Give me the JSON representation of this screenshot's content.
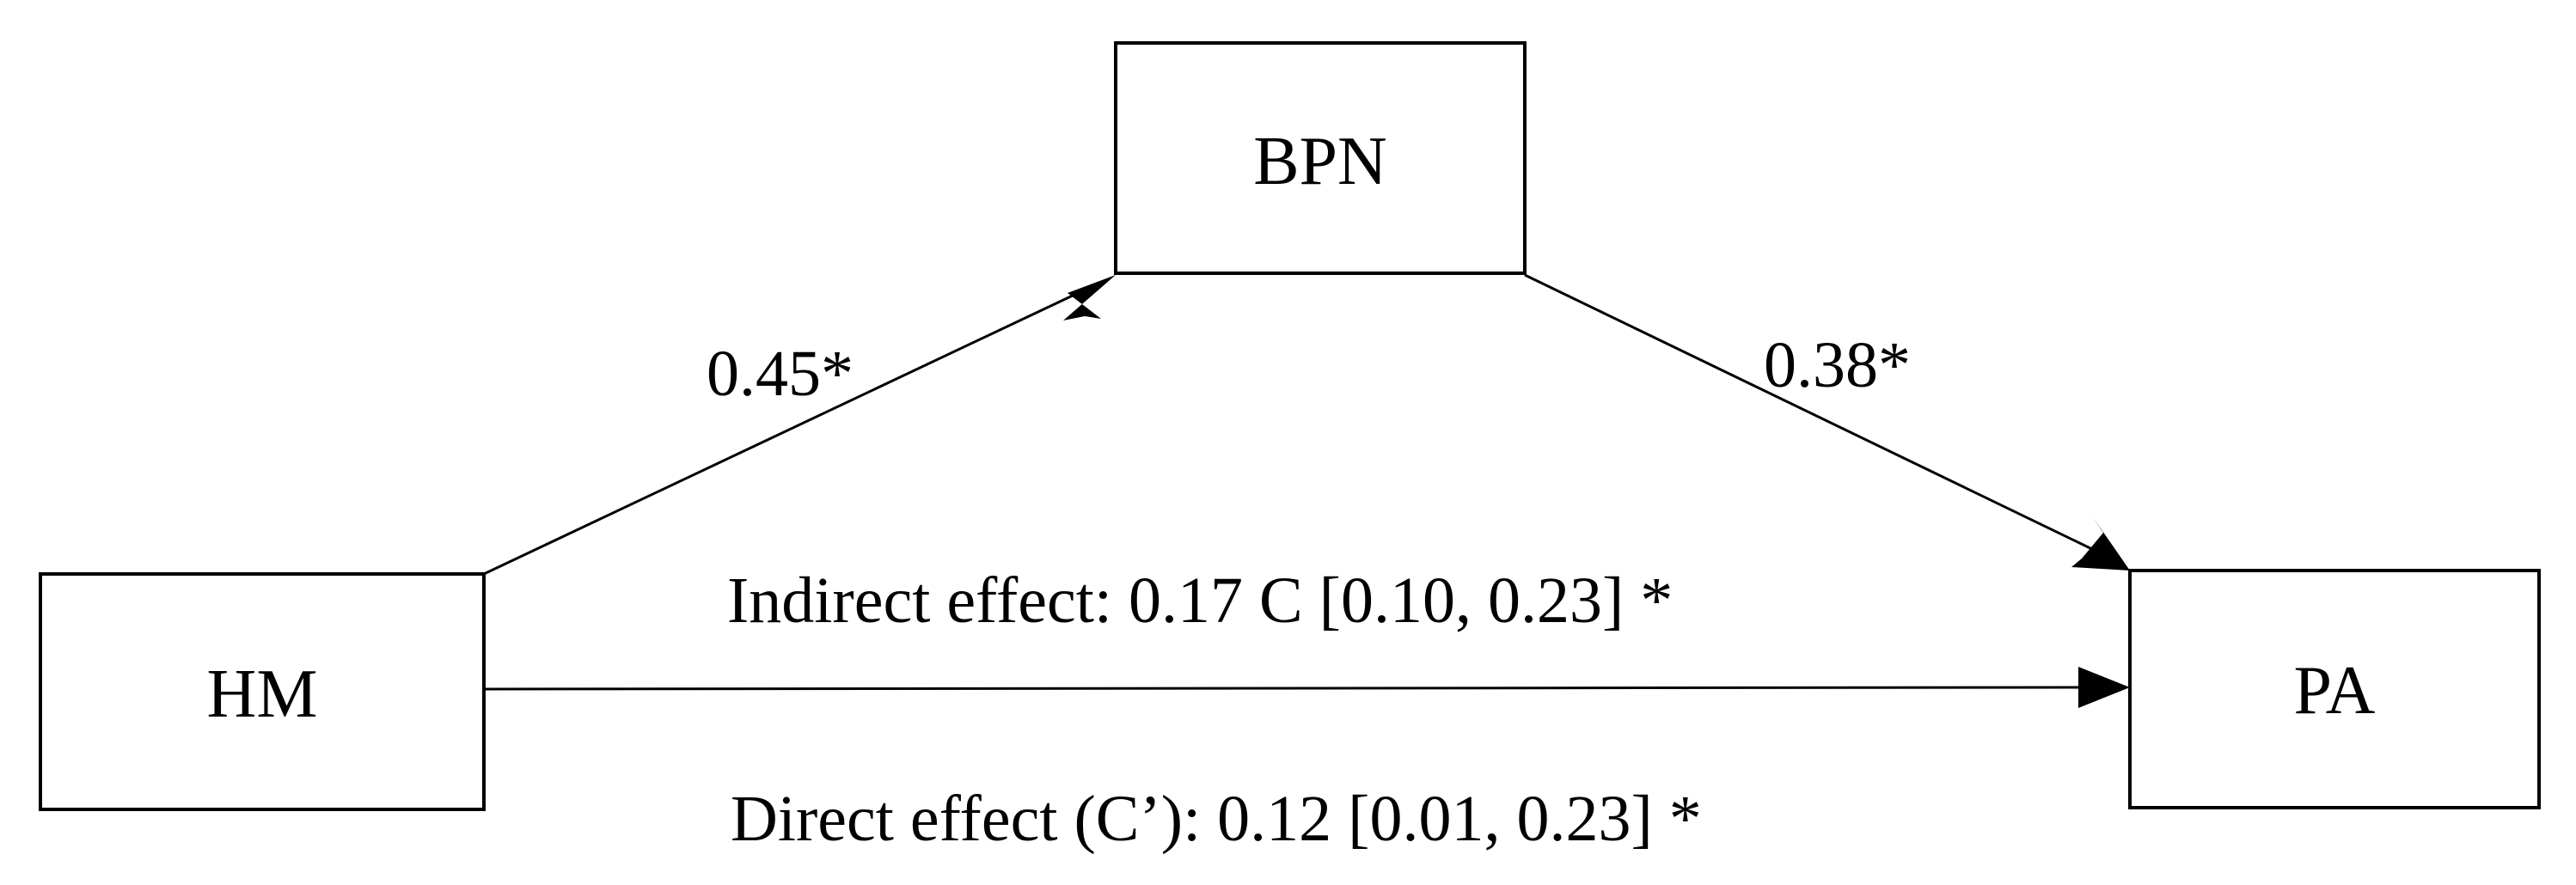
{
  "nodes": {
    "bpn": {
      "label": "BPN"
    },
    "hm": {
      "label": "HM"
    },
    "pa": {
      "label": "PA"
    }
  },
  "edges": {
    "hm_to_bpn": {
      "coefficient": "0.45*"
    },
    "bpn_to_pa": {
      "coefficient": "0.38*"
    },
    "hm_to_pa": {
      "indirect_effect": "Indirect effect: 0.17 C [0.10, 0.23] *",
      "direct_effect": "Direct effect (C’): 0.12 [0.01, 0.23] *"
    }
  }
}
